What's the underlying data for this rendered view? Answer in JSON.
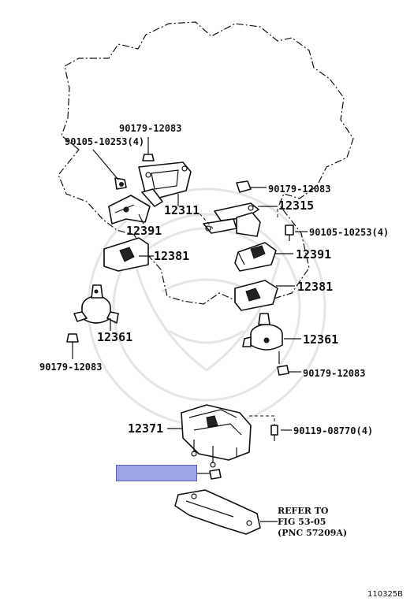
{
  "callouts": {
    "bolt_top_a": "90179-12083",
    "bolt_top_b": "90105-10253(4)",
    "bracket_12311": "12311",
    "nut_right_a": "90179-12083",
    "stay_12315": "12315",
    "bolt_right_b": "90105-10253(4)",
    "insulator_12391_left": "12391",
    "insulator_12381_left": "12381",
    "insulator_12391_right": "12391",
    "insulator_12381_right": "12381",
    "mount_12361_left": "12361",
    "nut_left_bottom": "90179-12083",
    "mount_12361_right": "12361",
    "nut_right_bottom": "90179-12083",
    "mount_12371": "12371",
    "bolt_12371": "90119-08770(4)"
  },
  "reference": {
    "line1": "REFER TO",
    "line2": "FIG 53-05",
    "line3": "(PNC 57209A)"
  },
  "figure_code": "110325B",
  "highlight_color": "#9ea2e6"
}
